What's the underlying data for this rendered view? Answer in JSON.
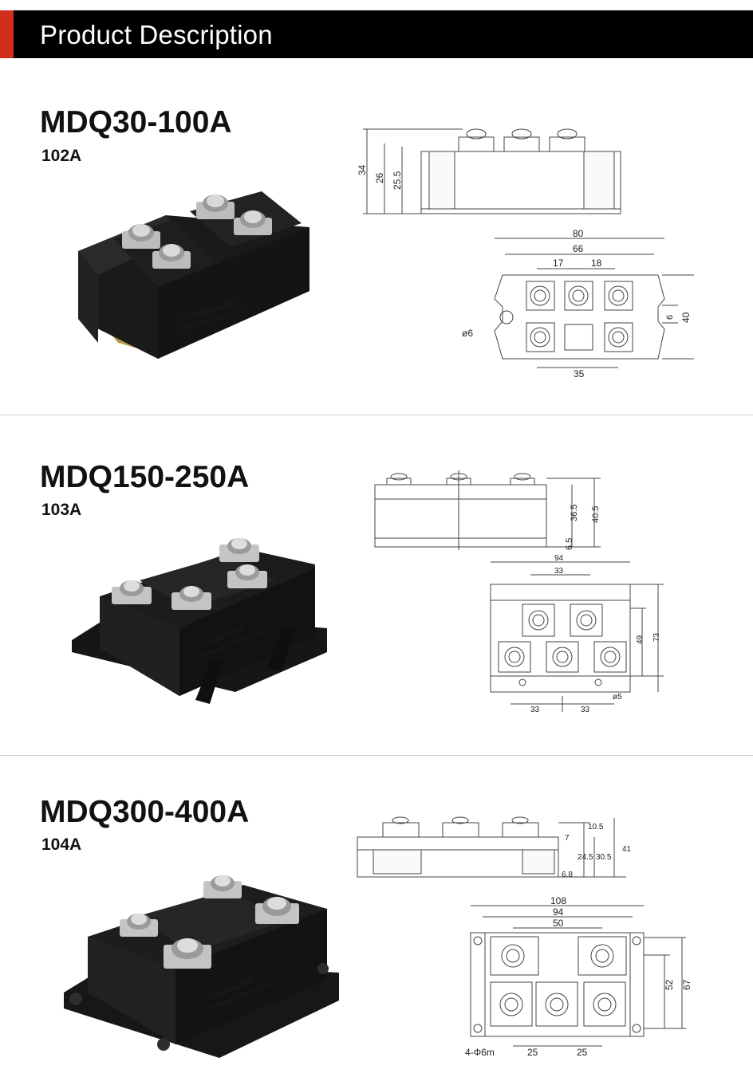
{
  "header": {
    "title": "Product Description",
    "accent_color": "#d42d1b"
  },
  "products": [
    {
      "model": "MDQ30-100A",
      "code": "102A",
      "device_label": "LJ-MDQ100A1600V",
      "company_label": "LIUJING RECTIFIER CO.,LTD.",
      "side_dims": [
        "34",
        "26",
        "25.5"
      ],
      "top_dims": [
        "80",
        "66",
        "17",
        "18",
        "6",
        "40",
        "35",
        "ø6"
      ]
    },
    {
      "model": "MDQ150-250A",
      "code": "103A",
      "device_label": "LJ-MDQ200A1600V",
      "company_label": "LIUJING RECTIFIER CO.,LTD.",
      "side_dims": [
        "36.5",
        "40.5",
        "6.5"
      ],
      "top_dims": [
        "94",
        "33",
        "49",
        "73",
        "ø5",
        "33",
        "33"
      ]
    },
    {
      "model": "MDQ300-400A",
      "code": "104A",
      "device_label": "LJ-MDQ400A1600V",
      "company_label": "LIUJING RECTIFIER CO.,LTD.",
      "side_dims": [
        "10.5",
        "7",
        "24.5",
        "30.5",
        "41",
        "6.8"
      ],
      "top_dims": [
        "108",
        "94",
        "50",
        "52",
        "67",
        "4-Φ6m",
        "25",
        "25"
      ]
    }
  ]
}
